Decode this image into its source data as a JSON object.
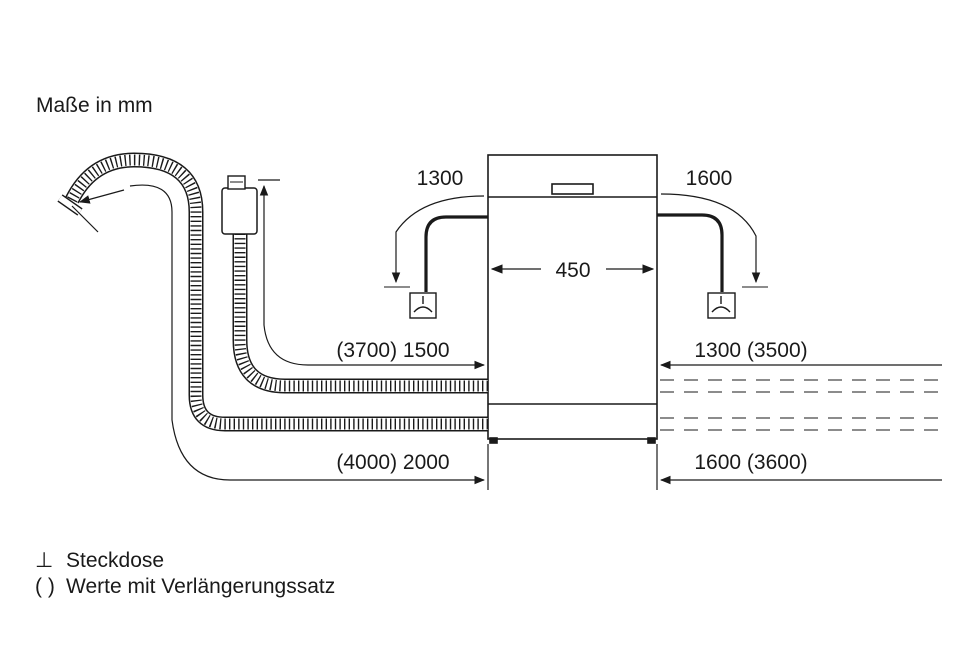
{
  "title": "Maße in mm",
  "dimensions": {
    "left_outlet": "1300",
    "right_outlet": "1600",
    "width": "450",
    "drain_left": "(3700) 1500",
    "drain_right": "1300 (3500)",
    "supply_left": "(4000) 2000",
    "supply_right": "1600 (3600)"
  },
  "legend": {
    "outlet_symbol": "⊥",
    "outlet_label": "Steckdose",
    "ext_symbol": "( )",
    "ext_label": "Werte mit Verlängerungssatz"
  }
}
